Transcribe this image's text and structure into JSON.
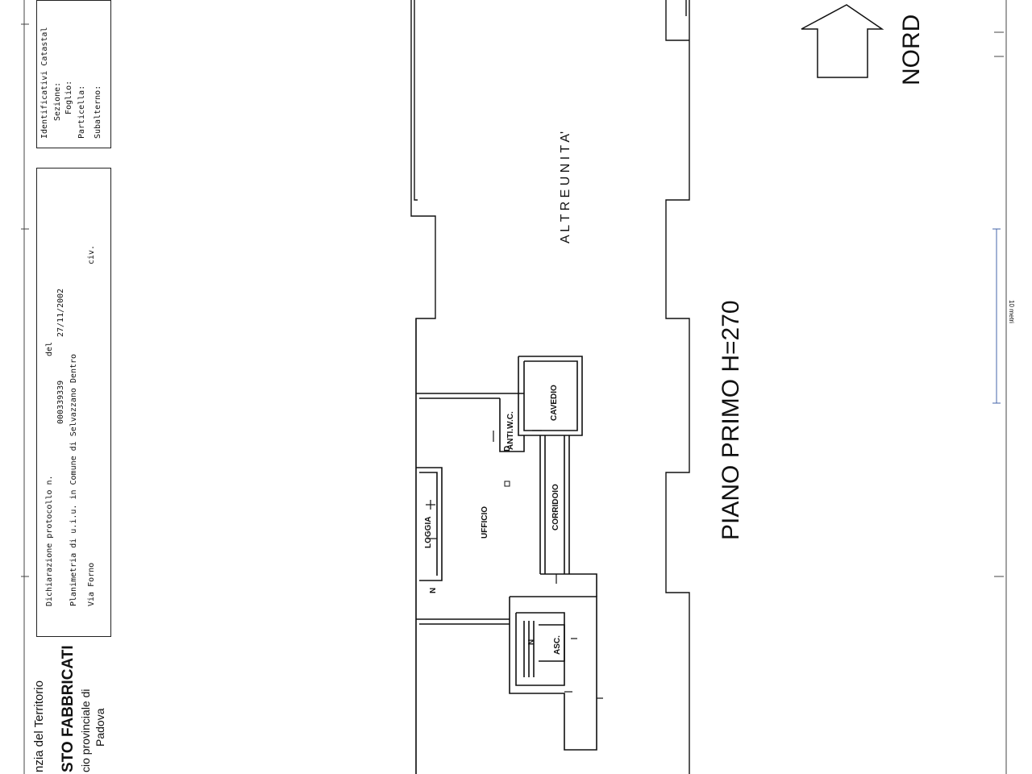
{
  "header": {
    "agency_line": "nzia del Territorio",
    "office_line": "STO FABBRICATI",
    "province_line": "cio provinciale di",
    "city_line": "Padova"
  },
  "declaration": {
    "protocol_label": "Dichiarazione protocollo n.",
    "date_label": "del",
    "protocol_number": "000339339",
    "date": "27/11/2002",
    "plan_line": "Planimetria di u.i.u. in Comune di Selvazzano Dentro",
    "street": "Via Forno",
    "civic_label": "civ."
  },
  "cadastral": {
    "title": "Identificativi Catastal",
    "section_label": "Sezione:",
    "sheet_label": "Foglio:",
    "parcel_label": "Particella:",
    "sub_label": "Subalterno:"
  },
  "plan": {
    "floor_label": "PIANO PRIMO   H=270",
    "other_units": "A L T R E     U N I T A'",
    "north": "NORD",
    "scale": "10 metri",
    "rooms": {
      "cavedio": "CAVEDIO",
      "antiwc": "ANTI.W.C.",
      "ufficio": "UFFICIO",
      "loggia": "LOGGIA",
      "corridoio": "CORRIDOIO",
      "asc": "ASC.",
      "n1": "N",
      "n2": "N",
      "d": "D"
    }
  }
}
